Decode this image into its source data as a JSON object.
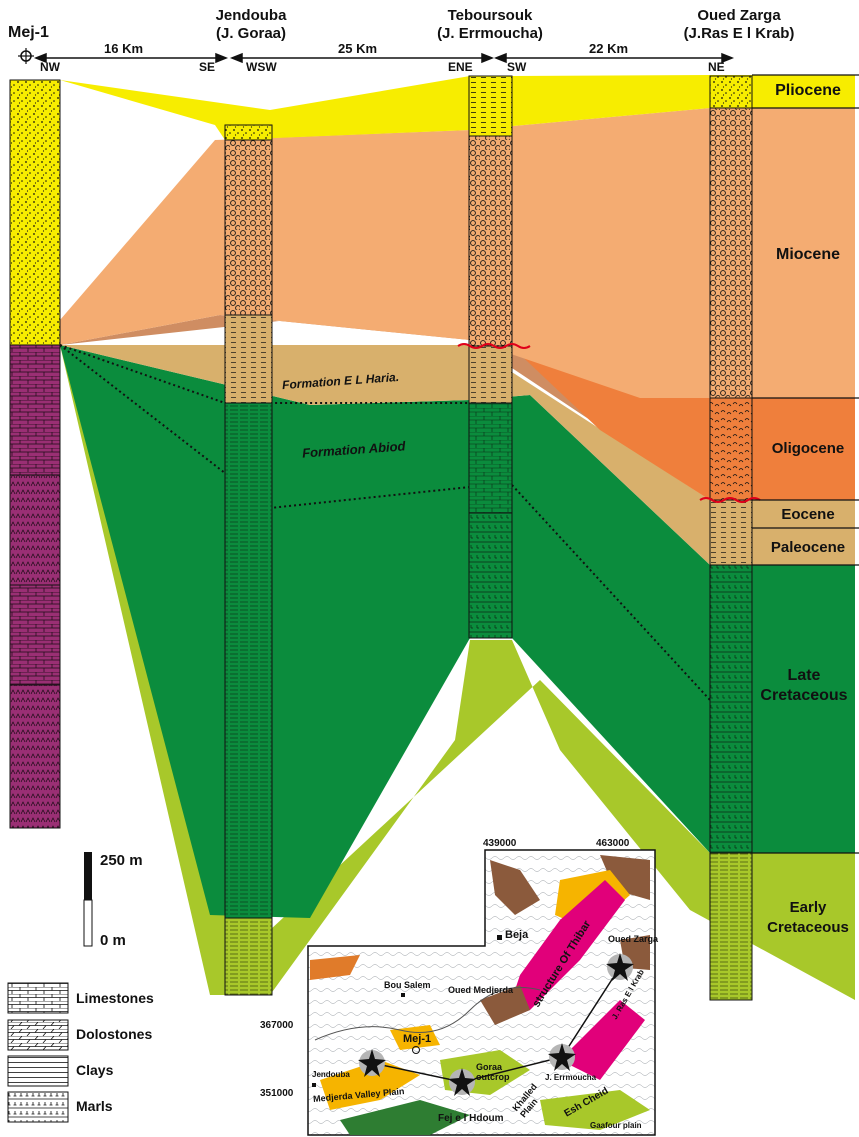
{
  "wells": [
    {
      "name": "Mej-1",
      "subtitle": ""
    },
    {
      "name": "Jendouba",
      "subtitle": "(J. Goraa)"
    },
    {
      "name": "Teboursouk",
      "subtitle": "(J. Errmoucha)"
    },
    {
      "name": "Oued Zarga",
      "subtitle": "(J.Ras E l Krab)"
    }
  ],
  "distances": [
    "16 Km",
    "25 Km",
    "22 Km"
  ],
  "directions": [
    "NW",
    "SE",
    "WSW",
    "ENE",
    "SW",
    "NE"
  ],
  "ages": [
    "Pliocene",
    "Miocene",
    "Oligocene",
    "Eocene",
    "Paleocene",
    "Late Cretaceous",
    "Early Cretaceous"
  ],
  "formations": [
    "Formation E L Haria.",
    "Formation Abiod"
  ],
  "scale": {
    "top": "250 m",
    "bottom": "0 m"
  },
  "legend": [
    "Limestones",
    "Dolostones",
    "Clays",
    "Marls"
  ],
  "map": {
    "coords_x": [
      "439000",
      "463000"
    ],
    "coords_y": [
      "367000",
      "351000"
    ],
    "labels": {
      "beja": "Beja",
      "oued_zarga": "Oued Zarga",
      "bou_salem": "Bou Salem",
      "oued_medjerda": "Oued Medjerda",
      "mej1": "Mej-1",
      "jendouba": "Jendouba",
      "medjerda_plain": "Medjerda Valley Plain",
      "goraa": "Goraa outcrop",
      "errmoucha": "J. Errmoucha",
      "ras_el_krab": "J. Ras E l Krab",
      "thibar": "structure Of Thibar",
      "khalled": "Khalled Plain",
      "fej": "Fej e l Hdoum",
      "esh": "Esh Cheid",
      "gaafour": "Gaafour plain"
    }
  },
  "colors": {
    "pliocene": "#f7ed00",
    "miocene": "#f4ac72",
    "miocene_base": "#cf8d62",
    "oligocene": "#ef7f3c",
    "paleogene": "#d8b06c",
    "late_cretaceous": "#0b8c3d",
    "early_cretaceous": "#a8c82a",
    "mej_lower": "#9a2f74",
    "map_magenta": "#e1007a",
    "map_brown": "#8b5a3c"
  }
}
